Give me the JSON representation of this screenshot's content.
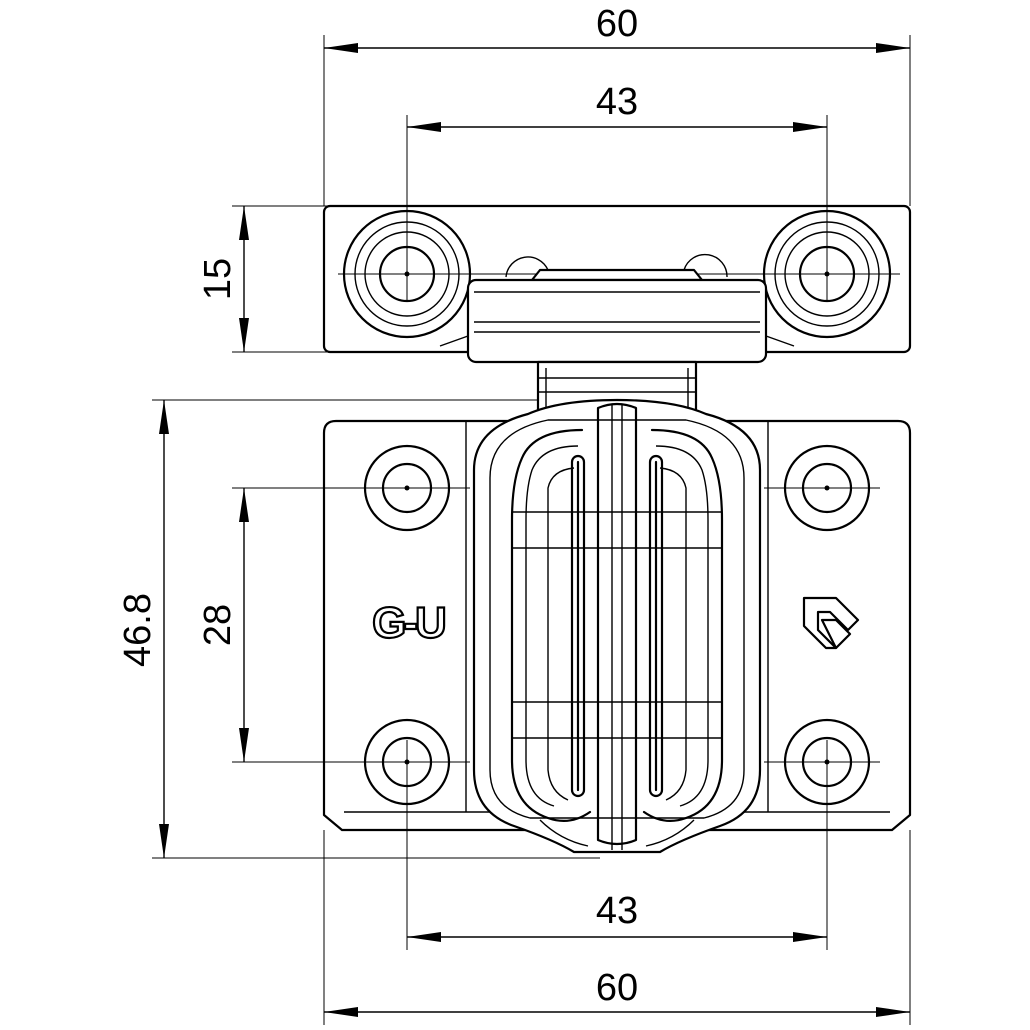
{
  "drawing": {
    "dimensions": {
      "top_width_outer": "60",
      "top_width_inner": "43",
      "top_height": "15",
      "bottom_height_outer": "46.8",
      "bottom_height_inner": "28",
      "bottom_width_inner": "43",
      "bottom_width_outer": "60"
    },
    "logo_text": "G-U",
    "logo_icon": "gu-arrow-logo-icon"
  }
}
